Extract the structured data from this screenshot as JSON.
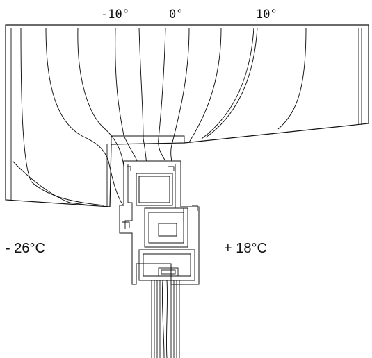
{
  "isotherm_labels": {
    "minus10": "-10°",
    "zero": "0°",
    "plus10": "10°"
  },
  "temperatures": {
    "exterior": "- 26°C",
    "interior": "+ 18°C"
  }
}
